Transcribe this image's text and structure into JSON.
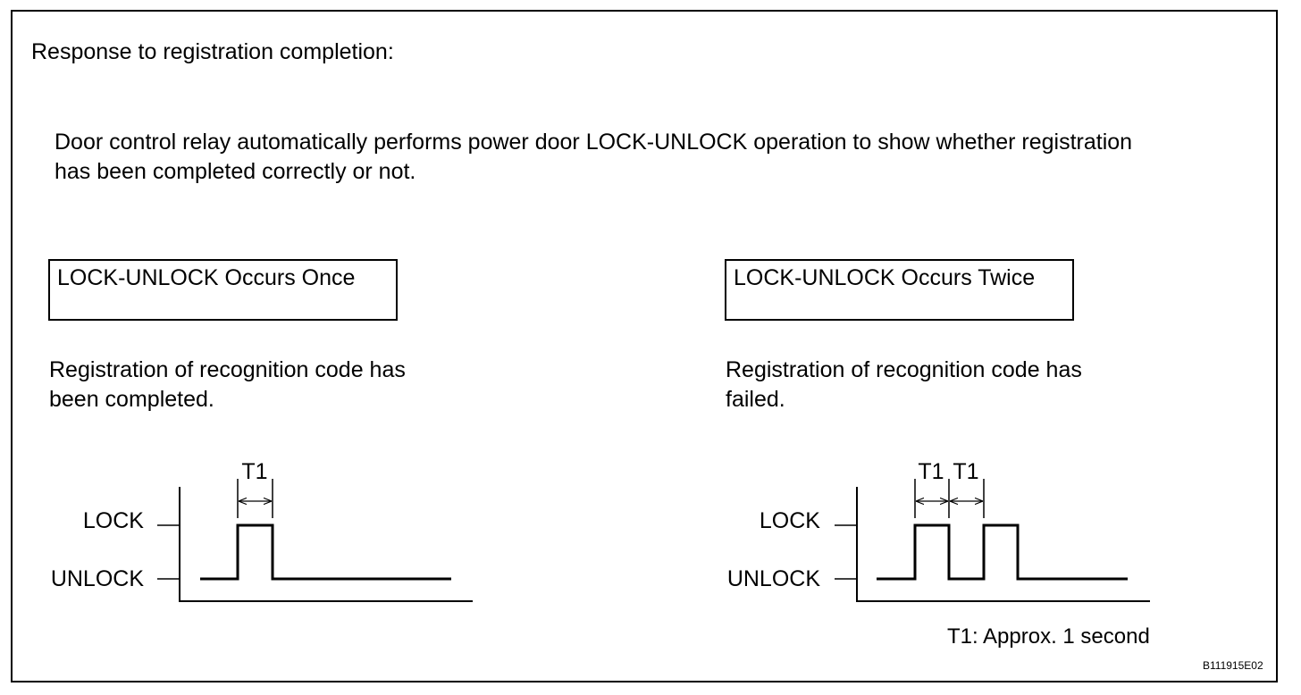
{
  "heading": "Response to registration completion:",
  "description": {
    "line1": "Door control relay automatically performs power door LOCK-UNLOCK operation to show whether registration",
    "line2": "has been completed correctly or not."
  },
  "panels": [
    {
      "box_label": "LOCK-UNLOCK Occurs Once",
      "result_line1": "Registration of recognition code has",
      "result_line2": "been completed.",
      "lock_label": "LOCK",
      "unlock_label": "UNLOCK",
      "interval_labels": [
        "T1"
      ],
      "pulse_count": 1
    },
    {
      "box_label": "LOCK-UNLOCK Occurs Twice",
      "result_line1": "Registration of recognition code has",
      "result_line2": "failed.",
      "lock_label": "LOCK",
      "unlock_label": "UNLOCK",
      "interval_labels": [
        "T1",
        "T1"
      ],
      "pulse_count": 2
    }
  ],
  "note": "T1: Approx. 1 second",
  "figure_code": "B111915E02"
}
